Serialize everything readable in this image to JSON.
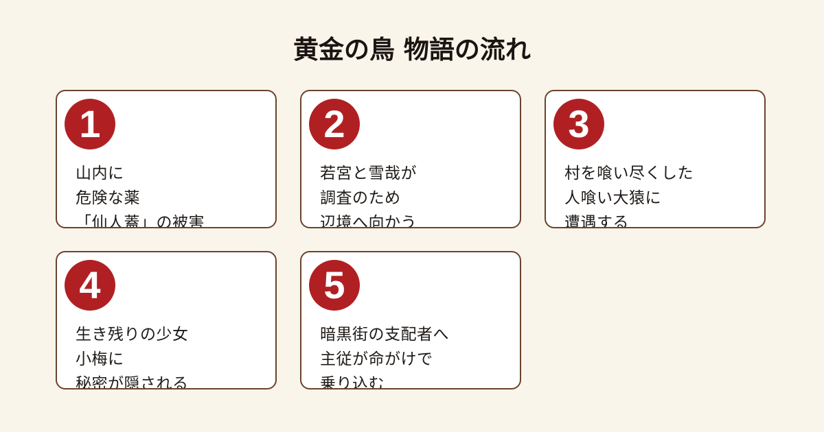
{
  "title": "黄金の鳥 物語の流れ",
  "steps": [
    {
      "number": "1",
      "lines": [
        "山内に",
        "危険な薬",
        "「仙人蓋」の被害"
      ]
    },
    {
      "number": "2",
      "lines": [
        "若宮と雪哉が",
        "調査のため",
        "辺境へ向かう"
      ]
    },
    {
      "number": "3",
      "lines": [
        "村を喰い尽くした",
        "人喰い大猿に",
        "遭遇する"
      ]
    },
    {
      "number": "4",
      "lines": [
        "生き残りの少女",
        "小梅に",
        "秘密が隠される"
      ]
    },
    {
      "number": "5",
      "lines": [
        "暗黒街の支配者へ",
        "主従が命がけで",
        "乗り込む"
      ]
    }
  ],
  "colors": {
    "background": "#faf5ea",
    "card_border": "#6a432b",
    "badge": "#b02023",
    "text": "#1e1a17"
  }
}
